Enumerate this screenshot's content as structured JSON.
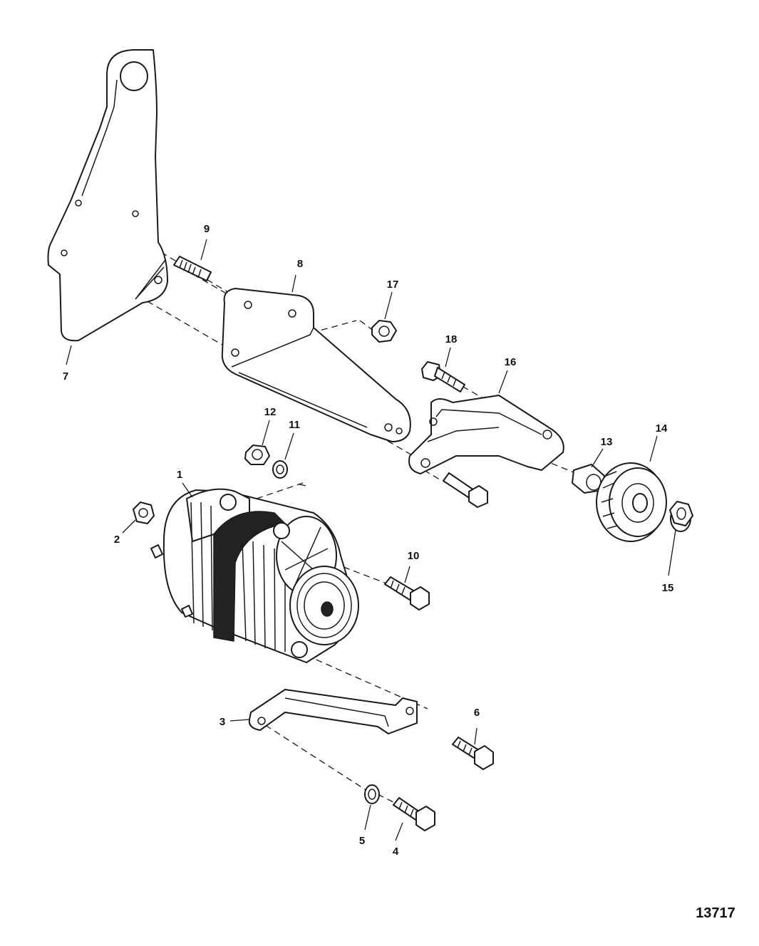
{
  "callouts": {
    "c1": "1",
    "c2": "2",
    "c3": "3",
    "c4": "4",
    "c5": "5",
    "c6": "6",
    "c7": "7",
    "c8": "8",
    "c9": "9",
    "c10": "10",
    "c11": "11",
    "c12": "12",
    "c13": "13",
    "c14": "14",
    "c15": "15",
    "c16": "16",
    "c17": "17",
    "c18": "18"
  },
  "figure_number": "13717"
}
